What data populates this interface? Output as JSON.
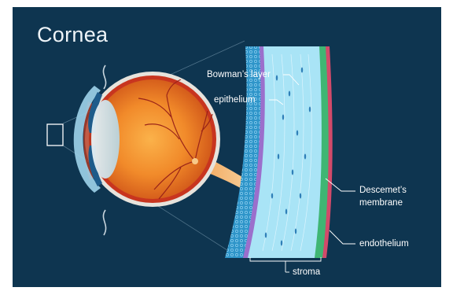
{
  "title": "Cornea",
  "labels": {
    "bowmans_layer": "Bowman’s layer",
    "epithelium": "epithelium",
    "descemets_line1": "Descemet’s",
    "descemets_line2": "membrane",
    "endothelium": "endothelium",
    "stroma": "stroma"
  },
  "colors": {
    "background": "#0e3550",
    "stroma": "#a9e4f6",
    "epithelium": "#2f95c9",
    "bowmans_layer": "#9b6fcc",
    "descemets_membrane": "#3fb673",
    "endothelium": "#d24a6a",
    "eye_interior": "#f08a2c",
    "sclera": "#e7e3dc"
  }
}
